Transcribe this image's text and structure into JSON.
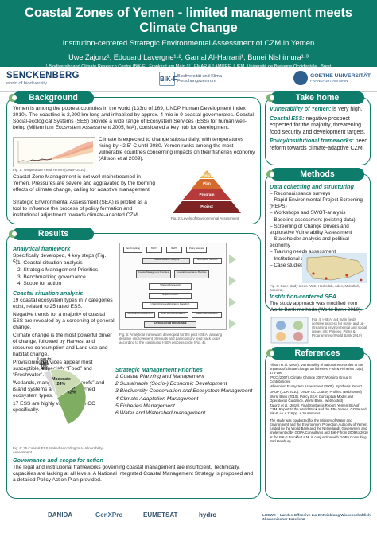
{
  "header": {
    "title": "Coastal Zones of Yemen - limited management meets Climate Change",
    "subtitle_line1": "Institution-centered Strategic Environmental Assessment of CZM in Yemen",
    "authors": "Uwe Zajonz¹, Edouard Lavergne¹·², Gamal Al-Harrani¹, Bunei Nishimura¹·³",
    "affiliation": "¹ Biodiversity and Climate Research Centre (BiK-F), Frankfurt am Main / ² LEMAR & ³ AMURE, IUEM, Université de Bretagne Occidentale , Brest"
  },
  "logos": {
    "senckenberg": "SENCKENBERG",
    "senckenberg_sub": "world of biodiversity",
    "bik": "BiK·F",
    "bik_text": "Biodiversität und Klima Forschungszentrum",
    "goethe": "GOETHE UNIVERSITÄT",
    "goethe_sub": "FRANKFURT AM MAIN"
  },
  "background": {
    "heading": "Background",
    "p1": "Yemen is among the poorest countries in the world (133rd of 169, UNDP Human Development Index 2010). The coastline is 2,200 km long and inhabited by approx. 4 mio in 9 coastal governorates. Coastal Social-ecological Systems (SES) provide a wide range of Ecosystem Services (ESS) for human well-being (Millennium Ecosystem Assessment 2005, MA), considered a key hub for development.",
    "p2": "Climate is expected to change substantially, with temperatures rising by ~2.5˚ C until 2080. Yemen ranks among the most vulnerable countries concerning impacts on their fisheries economy (Allison et al 2009).",
    "p3": "Coastal Zone Management is not well mainstreamed in Yemen. Pressures are severe and aggravated by the looming effects of climate change, calling for adaptive management.",
    "p4": "Strategic Environmental Assessment (SEA) is piloted as a tool to influence the process of policy formation and institutional adjustment towards climate-adapted CZM.",
    "fig1_caption": "Fig. 1: Temperature trend Yemen (UNDP 2010)",
    "fig2_caption": "Fig. 2: Levels of Environmental Assessment",
    "pyramid": [
      "Policy",
      "Plan",
      "Program",
      "Project"
    ]
  },
  "take_home": {
    "heading": "Take home",
    "items": [
      {
        "label": "Vulnerability of Yemen:",
        "text": " is very high."
      },
      {
        "label": "Coastal ESS:",
        "text": " negative prospect expected for the majority, threatening food security and development targets."
      },
      {
        "label": "Policy/institutional frameworks:",
        "text": " need reform towards climate-adaptive CZM."
      }
    ]
  },
  "methods": {
    "heading": "Methods",
    "subheading": "Data collecting and structuring",
    "items": [
      "– Reconnaissance surveys",
      "– Rapid Environmental Project Screening (REPS)",
      "– Workshops and SWOT-analysis",
      "– Baseline assessment (existing data)",
      "– Screening of Change Drivers and explorative Vulnerability Assessment",
      "– Stakeholder analysis and political economy",
      "– Training needs assessment",
      "– Institutional assessment  and gap analysis",
      "– Case studies (Fig. 3)"
    ],
    "fig3_caption": "Fig. 3: Case study areas (W.E. Hodeidah, Aden, Mukallah, Socotra)",
    "inst_sea_title": "Institution-centered SEA",
    "inst_sea_text": "The study approach was modified from World Bank methods (World Bank 2010).",
    "fig4_caption": "Fig. 4: I-SEA: a 4 main fields iterative process for main- and up-streaming environmental and social issues into Policies, Plans & Programmes (World Bank 2010)"
  },
  "results": {
    "heading": "Results",
    "analytical_title": "Analytical framework",
    "analytical_intro": "Specifically developed, 4 key steps (Fig. 5):",
    "steps": [
      "1.   Coastal situation analysis",
      "2.   Strategic Management Priorities",
      "3.   Benchmarking governance",
      "4.   Scope for action"
    ],
    "situation_title": "Coastal situation analysis",
    "situation_p1": "19 coastal ecosystem types in 7 categories exist, related to 25 rated ESS.",
    "situation_p2": "Negative trends for a majority of coastal ESS are revealed by a screening of general change.",
    "situation_p3": "Climate change is the most powerful driver of change, followed by Harvest and resource consumption and Land use and habitat change.",
    "situation_p4": "Provisioning services appear most susceptible, especially “Food” and “Freshwater”.",
    "situation_p5": "Wetlands, mangroves, coral “reefs” and island systems are most concerned ecosystem types.",
    "situation_p6": "17 ESS are highly vulnerable to CC specifically.",
    "fig5_caption": "Fig. 5: Analytical framework developed for the pilot I-SEA, allowing iterative improvement of results and participatory feed back loops according to the continuing I-SEA process cycle (Fig. 4).",
    "fig6_caption": "Fig. 6: 25 Coastal ESS ranked according to a Vulnerability Assessment",
    "strategic_title": "Strategic Management Priorities",
    "strategic_items": [
      "1.Coastal Planning and Management",
      "2.Sustainable (Socio-) Economic Development",
      "3.Biodiversity Conservation and Ecosystem Management",
      "4.Climate Adaptation Management",
      "5.Fisheries Management",
      "6.Water and Watershed management"
    ],
    "governance_title": "Governance and scope for action",
    "governance_p": "The legal and institutional frameworks governing coastal management are insufficient. Technically, capacities are lacking at all levels. A National Integrated Coastal Management Strategy is proposed and a detailed Policy Action Plan provided.",
    "flow_boxes": [
      "Benchmarking",
      "SWOT",
      "REPS",
      "Policy analysis",
      "Coastal Situation Analysis",
      "Ecosystem Services",
      "Coastal Management Priorities",
      "Coastal Governance Priorities",
      "Strategic Framework",
      "Scope for Action",
      "I-SEA Criteria and Indicators (Baseline)",
      "Governance Assessment",
      "Draft Recommendations",
      "Stakeholder Validation",
      "NATIONAL ICZM PROGRAMME"
    ]
  },
  "chart_data": {
    "type": "pie",
    "categories": [
      "Very high",
      "High",
      "Moderate",
      "Low to little",
      "Nill"
    ],
    "values": [
      16,
      52,
      24,
      4,
      4
    ],
    "labels": [
      "Very high\n16%",
      "High\n52%",
      "Moderate\n24%",
      "Low to\nlittle\n4%",
      "Nill\n0%"
    ],
    "colors": [
      "#e6e2c2",
      "#7fae63",
      "#cbdcb5",
      "#5c7d4a",
      "#d9d9d9"
    ]
  },
  "references": {
    "heading": "References",
    "items": [
      "Allison et al. (2009). Vulnerability of national economies to the impacts of climate change on fisheries. Fish & Fisheries 10(2): 173-196",
      "IPCC (2007). Climate Change 2007: Working Group II Contributions.",
      "Millennium Ecosystem Assessment (2005). Synthesis Report.",
      "UNDP (CDR 2010). UNDP CC Country Profiles. (webhosted)",
      "World Bank (2010). Policy SEA: Conceptual Model and Operational Guidance. World Bank. (webhosted)",
      "Zajonz et al. (2010). Final Synthesis Report. Yemen SEA of CZM. Report to the World Bank and the EPA Yemen. GOPA and BiK-F, i-v + 119 pp. + 10 Annexes."
    ],
    "note": "The study was conducted for the Ministry of Water and Environment and the Environment Protection Authority of Yemen, funded by the World Bank and the Netherlands Government and implemented by GOPA Consultants and BiK-F from 2009 to 2010 at the BiK-F Frankfurt a.M. in conjunction with GOPA Consulting, Bad Homburg."
  },
  "footer_logos": [
    "DANIDA",
    "GenXPro",
    "EUMETSAT",
    "hydro",
    "LOEWE – Landes-Offensive zur Entwicklung Wissenschaftlich-ökonomischer Exzellenz"
  ]
}
